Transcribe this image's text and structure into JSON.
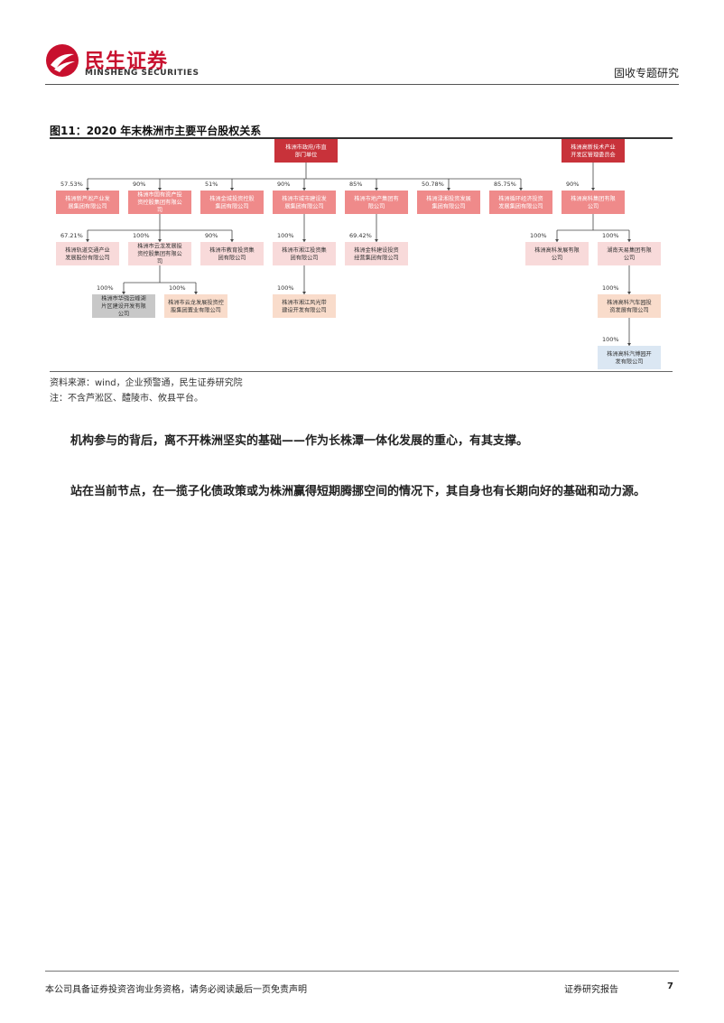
{
  "header": {
    "logo_cn": "民生证券",
    "logo_en": "MINSHENG SECURITIES",
    "section": "固收专题研究"
  },
  "figure": {
    "title": "图11：2020 年末株洲市主要平台股权关系",
    "source": "资料来源：wind，企业预警通，民生证券研究院",
    "note": "注：不含芦淞区、醴陵市、攸县平台。"
  },
  "colors": {
    "root": "#c8323a",
    "level1": "#ef8a8a",
    "level2": "#f8dada",
    "peach": "#f9dccb",
    "gray": "#c8c8c8",
    "lightblue": "#dbe7f3"
  },
  "org": {
    "roots": [
      {
        "id": "gov",
        "label": "株洲市政府/市直部门单位"
      },
      {
        "id": "hitech",
        "label": "株洲高新技术产业开发区管理委员会"
      }
    ],
    "nodes": [
      {
        "id": "lukou",
        "parent": "gov",
        "pct": "57.53%",
        "label": "株洲新芦淞产业发展集团有限公司"
      },
      {
        "id": "guozi",
        "parent": "gov",
        "pct": "90%",
        "label": "株洲市国有资产投资控股集团有限公司"
      },
      {
        "id": "jincheng",
        "parent": "gov",
        "pct": "51%",
        "label": "株洲金城投资控股集团有限公司"
      },
      {
        "id": "chengjian",
        "parent": "gov",
        "pct": "90%",
        "label": "株洲市城市建设发展集团有限公司"
      },
      {
        "id": "dichan",
        "parent": "gov",
        "pct": "85%",
        "label": "株洲市地产集团有限公司"
      },
      {
        "id": "lushu",
        "parent": "gov",
        "pct": "50.78%",
        "label": "株洲渌湘投资发展集团有限公司"
      },
      {
        "id": "yanjiang",
        "parent": "gov",
        "pct": "85.75%",
        "label": "株洲循环经济投资发展集团有限公司"
      },
      {
        "id": "gaoke",
        "parent": "hitech",
        "pct": "90%",
        "label": "株洲高科集团有限公司"
      },
      {
        "id": "guidao",
        "parent": "guozi",
        "pct": "67.21%",
        "label": "株洲轨道交通产业发展股份有限公司"
      },
      {
        "id": "yunlong",
        "parent": "guozi",
        "pct": "100%",
        "label": "株洲市云龙发展投资控股集团有限公司"
      },
      {
        "id": "jiaoyu",
        "parent": "guozi",
        "pct": "90%",
        "label": "株洲市教育投资集团有限公司"
      },
      {
        "id": "xiangjiang",
        "parent": "chengjian",
        "pct": "100%",
        "label": "株洲市湘江投资集团有限公司"
      },
      {
        "id": "jinke",
        "parent": "dichan",
        "pct": "69.42%",
        "label": "株洲金科建设投资经营集团有限公司"
      },
      {
        "id": "gaokefz",
        "parent": "gaoke",
        "pct": "100%",
        "label": "株洲高科发展有限公司"
      },
      {
        "id": "tianyi",
        "parent": "gaoke",
        "pct": "100%",
        "label": "湖南天易集团有限公司"
      },
      {
        "id": "huashi",
        "parent": "yunlong",
        "pct": "100%",
        "label": "株洲市华强云峰湖片区建设开发有限公司"
      },
      {
        "id": "yunlongzy",
        "parent": "yunlong",
        "pct": "100%",
        "label": "株洲市云龙发展投资控股集团置业有限公司"
      },
      {
        "id": "fengguang",
        "parent": "xiangjiang",
        "pct": "100%",
        "label": "株洲市湘江风光带建设开发有限公司"
      },
      {
        "id": "qiche",
        "parent": "tianyi",
        "pct": "100%",
        "label": "株洲高科汽车园投资发展有限公司"
      },
      {
        "id": "bolan",
        "parent": "qiche",
        "pct": "100%",
        "label": "株洲高科汽博园开发有限公司"
      }
    ]
  },
  "body": {
    "p1": "机构参与的背后，离不开株洲坚实的基础——作为长株潭一体化发展的重心，有其支撑。",
    "p2": "站在当前节点，在一揽子化债政策或为株洲赢得短期腾挪空间的情况下，其自身也有长期向好的基础和动力源。"
  },
  "footer": {
    "disclaimer": "本公司具备证券投资咨询业务资格，请务必阅读最后一页免责声明",
    "report_type": "证券研究报告",
    "page": "7"
  }
}
